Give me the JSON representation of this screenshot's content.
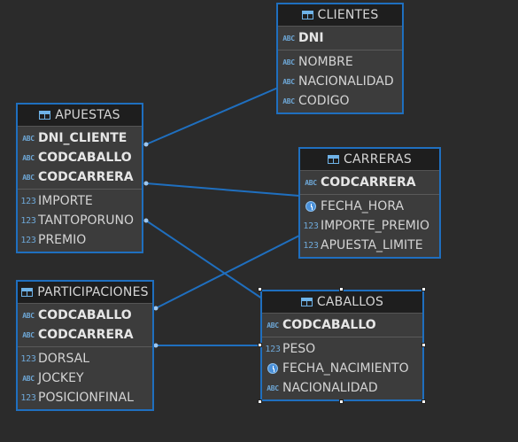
{
  "diagram": {
    "tables": {
      "clientes": {
        "title": "CLIENTES",
        "keys": [
          {
            "icon": "ABC",
            "name": "DNI"
          }
        ],
        "fields": [
          {
            "icon": "ABC",
            "name": "NOMBRE"
          },
          {
            "icon": "ABC",
            "name": "NACIONALIDAD"
          },
          {
            "icon": "ABC",
            "name": "CODIGO"
          }
        ]
      },
      "apuestas": {
        "title": "APUESTAS",
        "keys": [
          {
            "icon": "ABC",
            "name": "DNI_CLIENTE"
          },
          {
            "icon": "ABC",
            "name": "CODCABALLO"
          },
          {
            "icon": "ABC",
            "name": "CODCARRERA"
          }
        ],
        "fields": [
          {
            "icon": "123",
            "name": "IMPORTE"
          },
          {
            "icon": "123",
            "name": "TANTOPORUNO"
          },
          {
            "icon": "123",
            "name": "PREMIO"
          }
        ]
      },
      "carreras": {
        "title": "CARRERAS",
        "keys": [
          {
            "icon": "ABC",
            "name": "CODCARRERA"
          }
        ],
        "fields": [
          {
            "icon": "clock",
            "name": "FECHA_HORA"
          },
          {
            "icon": "123",
            "name": "IMPORTE_PREMIO"
          },
          {
            "icon": "123",
            "name": "APUESTA_LIMITE"
          }
        ]
      },
      "participaciones": {
        "title": "PARTICIPACIONES",
        "keys": [
          {
            "icon": "ABC",
            "name": "CODCABALLO"
          },
          {
            "icon": "ABC",
            "name": "CODCARRERA"
          }
        ],
        "fields": [
          {
            "icon": "123",
            "name": "DORSAL"
          },
          {
            "icon": "ABC",
            "name": "JOCKEY"
          },
          {
            "icon": "123",
            "name": "POSICIONFINAL"
          }
        ]
      },
      "caballos": {
        "title": "CABALLOS",
        "keys": [
          {
            "icon": "ABC",
            "name": "CODCABALLO"
          }
        ],
        "fields": [
          {
            "icon": "123",
            "name": "PESO"
          },
          {
            "icon": "clock",
            "name": "FECHA_NACIMIENTO"
          },
          {
            "icon": "ABC",
            "name": "NACIONALIDAD"
          }
        ]
      }
    },
    "relationships": [
      {
        "from": "apuestas.DNI_CLIENTE",
        "to": "clientes.DNI"
      },
      {
        "from": "apuestas.CODCARRERA",
        "to": "carreras.CODCARRERA"
      },
      {
        "from": "apuestas.CODCABALLO",
        "to": "caballos.CODCABALLO"
      },
      {
        "from": "participaciones.CODCABALLO",
        "to": "carreras.CODCARRERA"
      },
      {
        "from": "participaciones.CODCARRERA",
        "to": "caballos.CODCABALLO"
      }
    ],
    "selected_table": "caballos",
    "colors": {
      "background": "#2b2b2b",
      "entity_border": "#1f6fbf",
      "edge": "#1f6fbf",
      "header_bg": "#1e1e1e"
    }
  }
}
